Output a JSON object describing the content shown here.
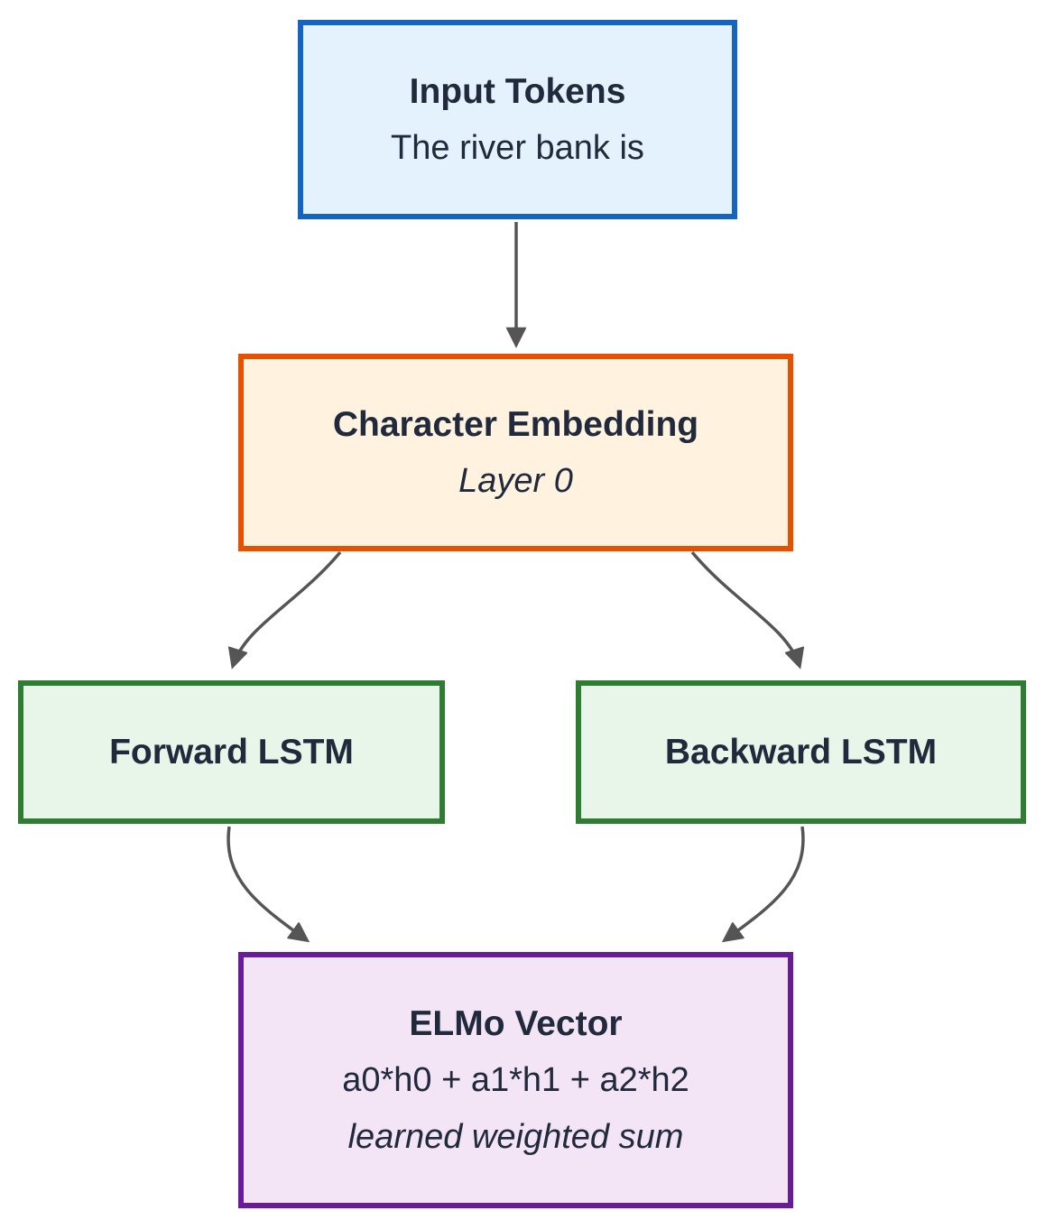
{
  "diagram": {
    "type": "flowchart",
    "topic": "ELMo architecture",
    "styles": {
      "background": "#ffffff",
      "edge_color": "#555555",
      "text_color": "#202a3c"
    },
    "nodes": {
      "input_tokens": {
        "title": "Input Tokens",
        "subtitle": "The river bank is",
        "fill": "#e3f2fd",
        "border": "#1565c0"
      },
      "character_embedding": {
        "title": "Character Embedding",
        "subtitle": "Layer 0",
        "fill": "#fff3e0",
        "border": "#e65100"
      },
      "forward_lstm": {
        "title": "Forward LSTM",
        "fill": "#e8f5e9",
        "border": "#2e7d32"
      },
      "backward_lstm": {
        "title": "Backward LSTM",
        "fill": "#e8f5e9",
        "border": "#2e7d32"
      },
      "elmo_vector": {
        "title": "ELMo Vector",
        "formula": "a0*h0 + a1*h1 + a2*h2",
        "note": "learned weighted sum",
        "fill": "#f3e5f5",
        "border": "#6a1b9a"
      }
    },
    "edges": [
      {
        "from": "input_tokens",
        "to": "character_embedding"
      },
      {
        "from": "character_embedding",
        "to": "forward_lstm"
      },
      {
        "from": "character_embedding",
        "to": "backward_lstm"
      },
      {
        "from": "forward_lstm",
        "to": "elmo_vector"
      },
      {
        "from": "backward_lstm",
        "to": "elmo_vector"
      }
    ]
  }
}
